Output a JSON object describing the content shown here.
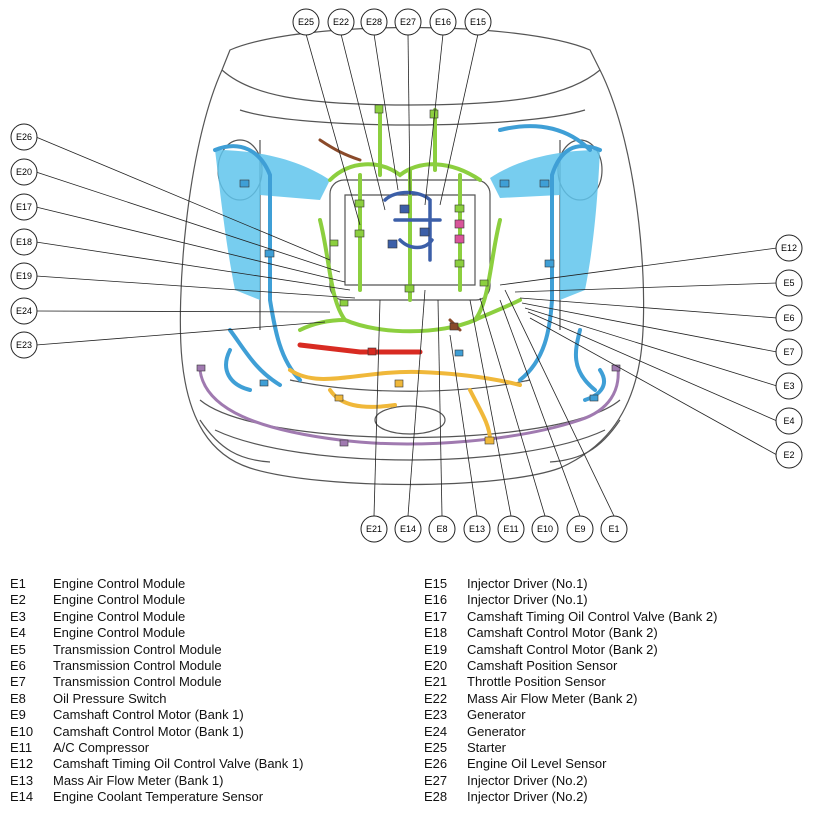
{
  "callouts_top": [
    "E25",
    "E22",
    "E28",
    "E27",
    "E16",
    "E15"
  ],
  "callouts_left": [
    "E26",
    "E20",
    "E17",
    "E18",
    "E19",
    "E24",
    "E23"
  ],
  "callouts_right": [
    "E12",
    "E5",
    "E6",
    "E7",
    "E3",
    "E4",
    "E2"
  ],
  "callouts_bottom": [
    "E21",
    "E14",
    "E8",
    "E13",
    "E11",
    "E10",
    "E9",
    "E1"
  ],
  "legend_left": [
    {
      "code": "E1",
      "name": "Engine Control Module"
    },
    {
      "code": "E2",
      "name": "Engine Control Module"
    },
    {
      "code": "E3",
      "name": "Engine Control Module"
    },
    {
      "code": "E4",
      "name": "Engine Control Module"
    },
    {
      "code": "E5",
      "name": "Transmission Control Module"
    },
    {
      "code": "E6",
      "name": "Transmission Control Module"
    },
    {
      "code": "E7",
      "name": "Transmission Control Module"
    },
    {
      "code": "E8",
      "name": "Oil Pressure Switch"
    },
    {
      "code": "E9",
      "name": "Camshaft Control Motor (Bank 1)"
    },
    {
      "code": "E10",
      "name": "Camshaft Control Motor (Bank 1)"
    },
    {
      "code": "E11",
      "name": "A/C Compressor"
    },
    {
      "code": "E12",
      "name": "Camshaft Timing Oil Control Valve (Bank 1)"
    },
    {
      "code": "E13",
      "name": "Mass Air Flow Meter (Bank 1)"
    },
    {
      "code": "E14",
      "name": "Engine Coolant Temperature Sensor"
    }
  ],
  "legend_right": [
    {
      "code": "E15",
      "name": "Injector Driver (No.1)"
    },
    {
      "code": "E16",
      "name": "Injector Driver (No.1)"
    },
    {
      "code": "E17",
      "name": "Camshaft Timing Oil Control Valve (Bank 2)"
    },
    {
      "code": "E18",
      "name": "Camshaft Control Motor (Bank 2)"
    },
    {
      "code": "E19",
      "name": "Camshaft Control Motor (Bank 2)"
    },
    {
      "code": "E20",
      "name": "Camshaft Position Sensor"
    },
    {
      "code": "E21",
      "name": "Throttle Position Sensor"
    },
    {
      "code": "E22",
      "name": "Mass Air Flow Meter (Bank 2)"
    },
    {
      "code": "E23",
      "name": "Generator"
    },
    {
      "code": "E24",
      "name": "Generator"
    },
    {
      "code": "E25",
      "name": "Starter"
    },
    {
      "code": "E26",
      "name": "Engine Oil Level Sensor"
    },
    {
      "code": "E27",
      "name": "Injector Driver (No.2)"
    },
    {
      "code": "E28",
      "name": "Injector Driver (No.2)"
    }
  ],
  "colors": {
    "blue_harness": "#3f9fd6",
    "blue_fill": "#5fc4ec",
    "green_harness": "#8ccf3f",
    "navy_harness": "#3c5fa8",
    "orange_harness": "#f0b83a",
    "red_harness": "#d82b22",
    "purple_harness": "#a07ab0",
    "pink_connector": "#d8559a",
    "brown_harness": "#8a4a2a",
    "outline": "#444444"
  }
}
